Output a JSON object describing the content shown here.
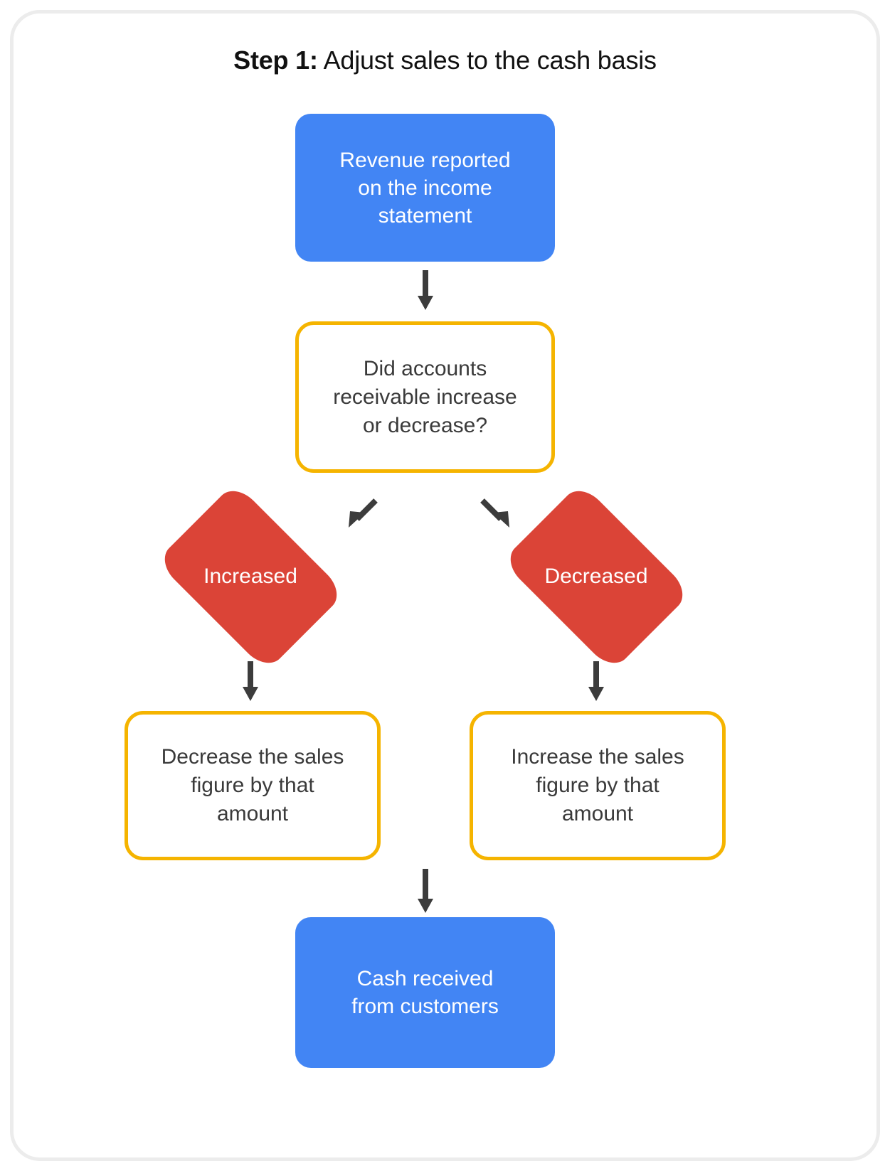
{
  "title": {
    "strong": "Step 1:",
    "rest": " Adjust sales to the cash basis"
  },
  "colors": {
    "blue": "#4285F4",
    "red": "#DB4437",
    "yellow": "#F5B400",
    "text_dark": "#3a3a3a",
    "frame": "#ececec",
    "arrow": "#3c3c3c"
  },
  "nodes": {
    "revenue_reported": "Revenue reported\non the income\nstatement",
    "ar_question": "Did accounts\nreceivable increase\nor decrease?",
    "increased": "Increased",
    "decreased": "Decreased",
    "decrease_sales": "Decrease the sales\nfigure by that\namount",
    "increase_sales": "Increase the sales\nfigure by that\namount",
    "cash_received": "Cash received\nfrom customers"
  },
  "chart_data": {
    "type": "diagram",
    "diagram_kind": "flowchart",
    "title": "Step 1: Adjust sales to the cash basis",
    "nodes": [
      {
        "id": "revenue_reported",
        "label": "Revenue reported on the income statement",
        "shape": "rounded-rect",
        "fill": "#4285F4",
        "text_color": "#ffffff"
      },
      {
        "id": "ar_question",
        "label": "Did accounts receivable increase or decrease?",
        "shape": "rounded-rect-outline",
        "fill": "#ffffff",
        "stroke": "#F5B400",
        "text_color": "#3a3a3a"
      },
      {
        "id": "increased",
        "label": "Increased",
        "shape": "diamond",
        "fill": "#DB4437",
        "text_color": "#ffffff"
      },
      {
        "id": "decreased",
        "label": "Decreased",
        "shape": "diamond",
        "fill": "#DB4437",
        "text_color": "#ffffff"
      },
      {
        "id": "decrease_sales",
        "label": "Decrease the sales figure by that amount",
        "shape": "rounded-rect-outline",
        "fill": "#ffffff",
        "stroke": "#F5B400",
        "text_color": "#3a3a3a"
      },
      {
        "id": "increase_sales",
        "label": "Increase the sales figure by that amount",
        "shape": "rounded-rect-outline",
        "fill": "#ffffff",
        "stroke": "#F5B400",
        "text_color": "#3a3a3a"
      },
      {
        "id": "cash_received",
        "label": "Cash received from customers",
        "shape": "rounded-rect",
        "fill": "#4285F4",
        "text_color": "#ffffff"
      }
    ],
    "edges": [
      {
        "from": "revenue_reported",
        "to": "ar_question",
        "style": "arrow-down"
      },
      {
        "from": "ar_question",
        "to": "increased",
        "style": "arrow-diagonal-down-left"
      },
      {
        "from": "ar_question",
        "to": "decreased",
        "style": "arrow-diagonal-down-right"
      },
      {
        "from": "increased",
        "to": "decrease_sales",
        "style": "arrow-down"
      },
      {
        "from": "decreased",
        "to": "increase_sales",
        "style": "arrow-down"
      },
      {
        "from": "decrease_sales",
        "to": "cash_received",
        "style": "arrow-down"
      },
      {
        "from": "increase_sales",
        "to": "cash_received",
        "style": "arrow-down"
      }
    ]
  }
}
